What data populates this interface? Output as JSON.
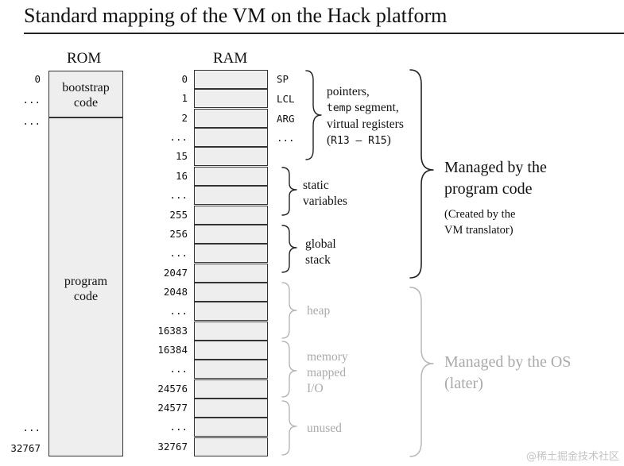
{
  "title": "Standard mapping of the VM on the Hack platform",
  "rom": {
    "header": "ROM",
    "addresses": [
      "0",
      "...",
      "...",
      "...",
      "32767"
    ],
    "segments": [
      "bootstrap\ncode",
      "program\ncode"
    ]
  },
  "ram": {
    "header": "RAM",
    "addresses": [
      "0",
      "1",
      "2",
      "...",
      "15",
      "16",
      "...",
      "255",
      "256",
      "...",
      "2047",
      "2048",
      "...",
      "16383",
      "16384",
      "...",
      "24576",
      "24577",
      "...",
      "32767"
    ],
    "pointers": [
      "SP",
      "LCL",
      "ARG",
      "..."
    ]
  },
  "labels": {
    "pointers_1": "pointers,",
    "pointers_2_mono": "temp",
    "pointers_2_text": " segment,",
    "pointers_3": "virtual registers",
    "pointers_4_open": "(",
    "pointers_4_mono": "R13 – R15",
    "pointers_4_close": ")",
    "static": "static\nvariables",
    "stack": "global\nstack",
    "heap": "heap",
    "mmio": "memory\nmapped\nI/O",
    "unused": "unused",
    "managed_program": "Managed by the\nprogram code",
    "created_by": "(Created by the\nVM translator)",
    "managed_os": "Managed by the OS\n(later)"
  },
  "colors": {
    "cell_fill": "#eeeeee",
    "grey_text": "#aaaaaa",
    "ink": "#111111"
  },
  "watermark": "@稀土掘金技术社区"
}
